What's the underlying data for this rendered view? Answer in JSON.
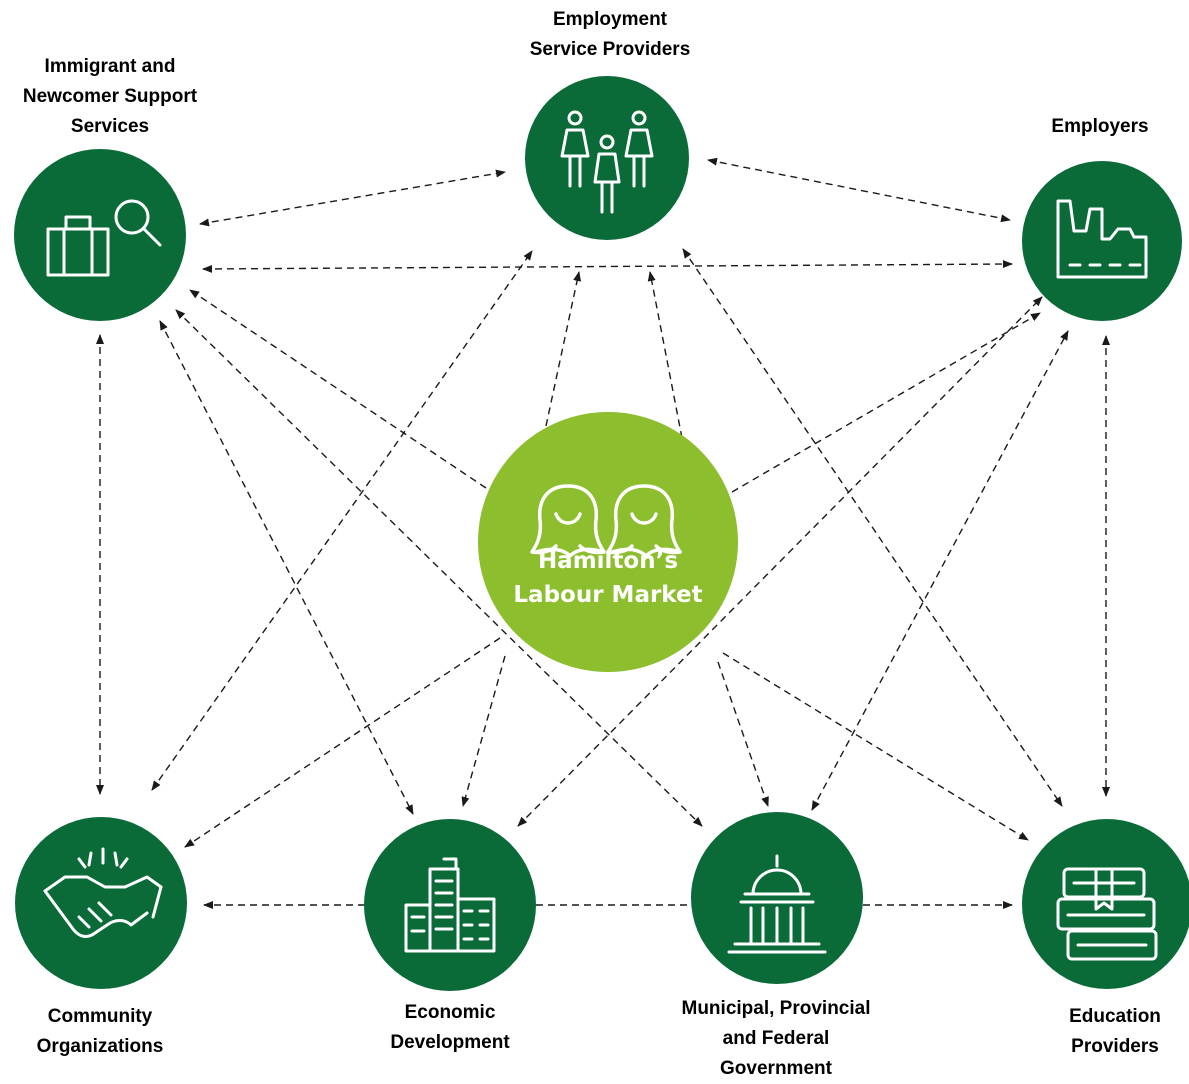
{
  "diagram": {
    "center": {
      "title": "Hamilton’s\nLabour Market",
      "icon": "two-women-icon"
    },
    "nodes": {
      "employment_service_providers": {
        "label": "Employment\nService Providers",
        "icon": "people-group-icon"
      },
      "immigrant_support": {
        "label": "Immigrant and\nNewcomer Support\nServices",
        "icon": "suitcase-search-icon"
      },
      "employers": {
        "label": "Employers",
        "icon": "factory-icon"
      },
      "community_organizations": {
        "label": "Community\nOrganizations",
        "icon": "handshake-icon"
      },
      "economic_development": {
        "label": "Economic\nDevelopment",
        "icon": "office-buildings-icon"
      },
      "government": {
        "label": "Municipal, Provincial\nand Federal\nGovernment",
        "icon": "capitol-building-icon"
      },
      "education_providers": {
        "label": "Education\nProviders",
        "icon": "books-icon"
      }
    },
    "colors": {
      "node": "#0a6b39",
      "center": "#8cbe2d",
      "arrow": "#1a1a1a"
    }
  }
}
